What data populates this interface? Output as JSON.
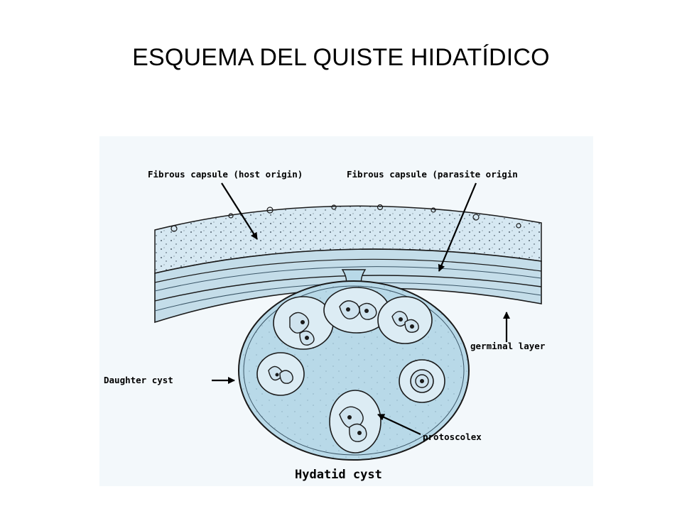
{
  "slide": {
    "title": "ESQUEMA DEL QUISTE HIDATÍDICO"
  },
  "diagram": {
    "labels": {
      "fibrous_host": "Fibrous capsule (host origin)",
      "fibrous_parasite": "Fibrous capsule (parasite origin",
      "germinal_layer": "germinal layer",
      "daughter_cyst": "Daughter cyst",
      "protoscolex": "protoscolex",
      "caption": "Hydatid cyst"
    },
    "colors": {
      "background": "#f2f7fb",
      "capsule_fill": "#cfe3ef",
      "cyst_fill": "#b9dbe9",
      "ink": "#1a1a1a"
    }
  }
}
